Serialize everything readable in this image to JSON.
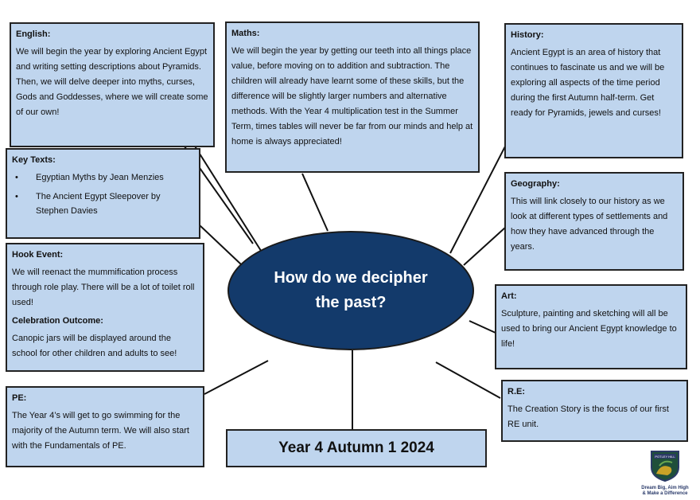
{
  "english": {
    "heading": "English:",
    "text": "We will begin the year by exploring Ancient Egypt and writing setting descriptions about Pyramids. Then, we will delve deeper into myths, curses, Gods and Goddesses, where we will create some of our own!"
  },
  "maths": {
    "heading": "Maths:",
    "text": "We will begin the year by getting our teeth into all things place value, before moving on to addition and subtraction. The children will already have learnt some of these skills, but the difference will be slightly larger numbers and alternative methods.  With the Year 4 multiplication test in the Summer Term, times tables will never be far from our minds and help at home is always appreciated!"
  },
  "history": {
    "heading": "History:",
    "text": "Ancient Egypt is an area of history that continues to fascinate us and we will be exploring all aspects of the time period during the first  Autumn half-term. Get ready for Pyramids, jewels and curses!"
  },
  "key_texts": {
    "heading": "Key Texts:",
    "items": [
      "Egyptian Myths by Jean Menzies",
      "The Ancient Egypt Sleepover by  Stephen Davies"
    ]
  },
  "geography": {
    "heading": "Geography:",
    "text": "This will link closely to our history as we look at different types of settlements and how they have advanced through the years."
  },
  "hook": {
    "heading": "Hook Event:",
    "text": "We will reenact the mummification process through role play. There will be a lot of toilet roll used!",
    "heading2": "Celebration Outcome:",
    "text2": "Canopic jars will be displayed around the school for other children and adults to see!"
  },
  "art": {
    "heading": "Art:",
    "text": "Sculpture, painting and sketching will all be used to bring our Ancient Egypt knowledge to life!"
  },
  "re": {
    "heading": "R.E:",
    "text": "The Creation Story is the focus of our first RE unit."
  },
  "pe": {
    "heading": "PE:",
    "text": "The Year 4’s will get to go swimming for the majority of the Autumn term.  We will also start with the Fundamentals of PE."
  },
  "center": {
    "question": "How do we decipher the past?"
  },
  "footer": {
    "title": "Year 4 Autumn 1 2024"
  },
  "logo": {
    "school": "POTLEY HILL",
    "tagline1": "Dream Big, Aim High",
    "tagline2": "& Make a Difference"
  },
  "colors": {
    "box_fill": "#bfd5ee",
    "center_fill": "#133a6b"
  }
}
